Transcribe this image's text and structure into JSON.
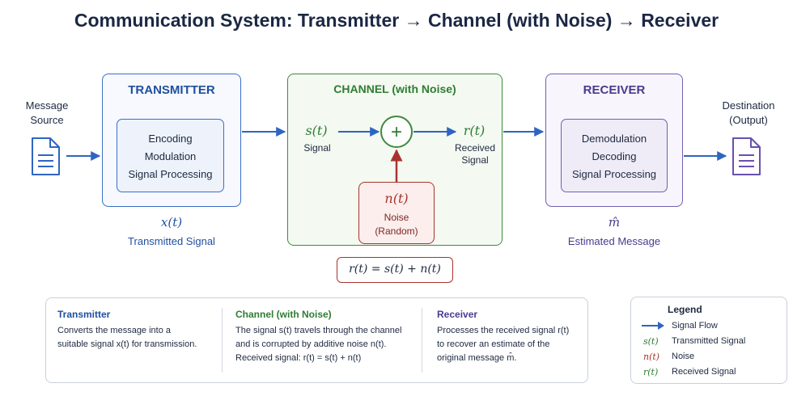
{
  "title": "Communication System: Transmitter → Channel (with Noise) → Receiver",
  "source": {
    "label": [
      "Message",
      "Source"
    ]
  },
  "destination": {
    "label": [
      "Destination",
      "(Output)"
    ]
  },
  "transmitter": {
    "title": "TRANSMITTER",
    "steps": [
      "Encoding",
      "Modulation",
      "Signal Processing"
    ],
    "signal_symbol": "x(t)",
    "signal_label": "Transmitted Signal"
  },
  "channel": {
    "title": "CHANNEL (with Noise)",
    "input_symbol": "s(t)",
    "input_label": "Signal",
    "adder_symbol": "+",
    "output_symbol": "r(t)",
    "output_label": [
      "Received",
      "Signal"
    ],
    "noise_symbol": "n(t)",
    "noise_label": [
      "Noise",
      "(Random)"
    ],
    "equation": "r(t) = s(t) + n(t)"
  },
  "receiver": {
    "title": "RECEIVER",
    "steps": [
      "Demodulation",
      "Decoding",
      "Signal Processing"
    ],
    "estimate_symbol": "m̂",
    "estimate_label": "Estimated Message"
  },
  "info": {
    "transmitter": {
      "heading": "Transmitter",
      "lines": [
        "Converts the message into a",
        "suitable signal x(t) for transmission."
      ]
    },
    "channel": {
      "heading": "Channel (with Noise)",
      "lines": [
        "The signal s(t) travels through the channel",
        "and is corrupted by additive noise n(t).",
        "Received signal: r(t) = s(t) + n(t)"
      ]
    },
    "receiver": {
      "heading": "Receiver",
      "lines": [
        "Processes the received signal r(t)",
        "to recover an estimate of the",
        "original message m̂."
      ]
    }
  },
  "legend": {
    "title": "Legend",
    "items": [
      {
        "symbol": "→",
        "label": "Signal Flow",
        "color": "#2f65c2"
      },
      {
        "symbol": "s(t)",
        "label": "Transmitted Signal",
        "color": "#2e7d32"
      },
      {
        "symbol": "n(t)",
        "label": "Noise",
        "color": "#a8332e"
      },
      {
        "symbol": "r(t)",
        "label": "Received Signal",
        "color": "#2e7d32"
      }
    ]
  },
  "colors": {
    "transmitter": "#3b6fc4",
    "channel": "#3f8a3f",
    "receiver": "#7060b2",
    "noise": "#a8332e",
    "arrow": "#2f65c2"
  }
}
